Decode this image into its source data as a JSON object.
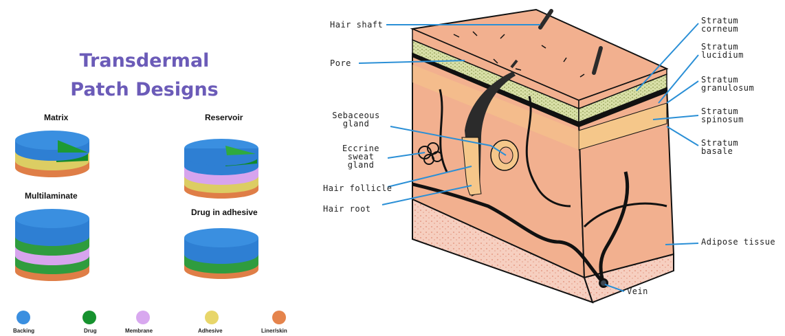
{
  "patch": {
    "title_line1": "Transdermal",
    "title_line2": "Patch Designs",
    "designs": [
      {
        "label": "Matrix"
      },
      {
        "label": "Reservoir"
      },
      {
        "label": "Multilaminate"
      },
      {
        "label": "Drug in adhesive"
      }
    ],
    "legend": [
      {
        "label": "Backing",
        "color": "#3a8fe0"
      },
      {
        "label": "Drug",
        "color": "#16922e"
      },
      {
        "label": "Membrane",
        "color": "#d8a8ef"
      },
      {
        "label": "Adhesive",
        "color": "#e8d66a"
      },
      {
        "label": "Liner/skin",
        "color": "#e5844c"
      }
    ]
  },
  "skin": {
    "labels_left": {
      "hair_shaft": "Hair shaft",
      "pore": "Pore",
      "sebaceous_1": "Sebaceous",
      "sebaceous_2": "gland",
      "eccrine_1": "Eccrine",
      "eccrine_2": "sweat",
      "eccrine_3": "gland",
      "hair_follicle": "Hair follicle",
      "hair_root": "Hair root"
    },
    "labels_right": {
      "corneum_1": "Stratum",
      "corneum_2": "corneum",
      "lucidium_1": "Stratum",
      "lucidium_2": "lucidium",
      "granulosum_1": "Stratum",
      "granulosum_2": "granulosum",
      "spinosum_1": "Stratum",
      "spinosum_2": "spinosum",
      "basale_1": "Stratum",
      "basale_2": "basale",
      "adipose": "Adipose tissue",
      "vein": "Vein"
    },
    "colors": {
      "skin": "#f2b08f",
      "epidermis": "#f5c78a",
      "stratum_band": "#d9e0a8",
      "fat": "#f6cfc0",
      "pointer": "#2a8fd6"
    }
  }
}
